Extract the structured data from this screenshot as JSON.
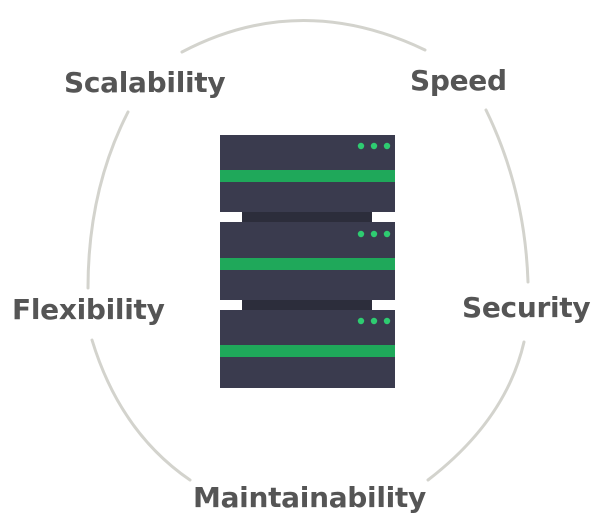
{
  "diagram": {
    "labels": {
      "top_left": "Scalability",
      "top_right": "Speed",
      "middle_left": "Flexibility",
      "middle_right": "Security",
      "bottom": "Maintainability"
    },
    "server": {
      "unit_count": 3,
      "leds_per_unit": 3
    }
  },
  "colors": {
    "background": "#ffffff",
    "ring": "#d3d3cd",
    "label_text": "#555555",
    "server_body": "#3a3b4e",
    "server_divider": "#2c2d3b",
    "accent_green": "#1fa85a",
    "led": "#2ecc71",
    "rail": "#ffffff"
  }
}
